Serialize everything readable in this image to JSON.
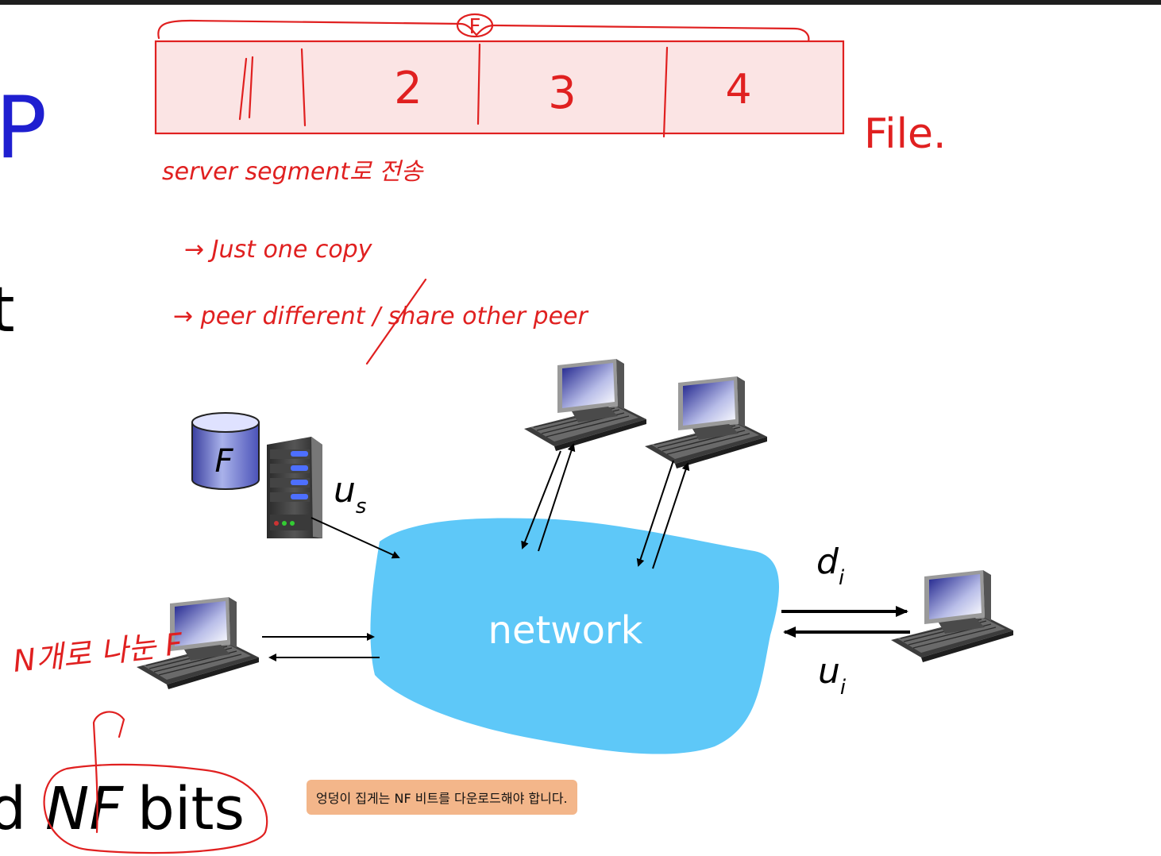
{
  "slide": {
    "title_fragment": "P",
    "bullet_fragment": "t",
    "bottom_prefix": "d",
    "bottom_nf": "NF",
    "bottom_suffix": "bits"
  },
  "diagram": {
    "server_file_label": "F",
    "server_rate_label": "u",
    "server_rate_subscript": "s",
    "network_label": "network",
    "download_rate_label": "d",
    "download_rate_subscript": "i",
    "upload_rate_label": "u",
    "upload_rate_subscript": "i"
  },
  "annotations": {
    "segments": [
      "1",
      "2",
      "3",
      "4"
    ],
    "brace_label": "F",
    "file_label": "File.",
    "server_note": "server segment로 전송",
    "note_one": "→ Just one copy",
    "note_two": "→ peer different / share other peer",
    "n_copies_note": "N개로 나눈 F",
    "bottom_circle": "NF"
  },
  "tooltip": {
    "text": "엉덩이 집게는 NF 비트를 다운로드해야 합니다."
  },
  "colors": {
    "ink_red": "#e02020",
    "network_blue": "#5ec8f8",
    "title_blue": "#1f1fd0",
    "tooltip_bg": "#f3b68a"
  }
}
